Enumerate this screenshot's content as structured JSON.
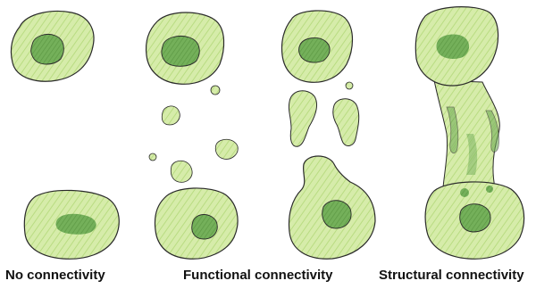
{
  "panels": [
    {
      "caption": "No connectivity"
    },
    {
      "caption": "Functional connectivity"
    },
    {
      "caption": "Structural connectivity"
    }
  ],
  "colors": {
    "cell_fill": "#cfe8a0",
    "cell_hatch": "#b4d87c",
    "nucleus_fill": "#6aa84f",
    "outline": "#2a2a2a"
  }
}
